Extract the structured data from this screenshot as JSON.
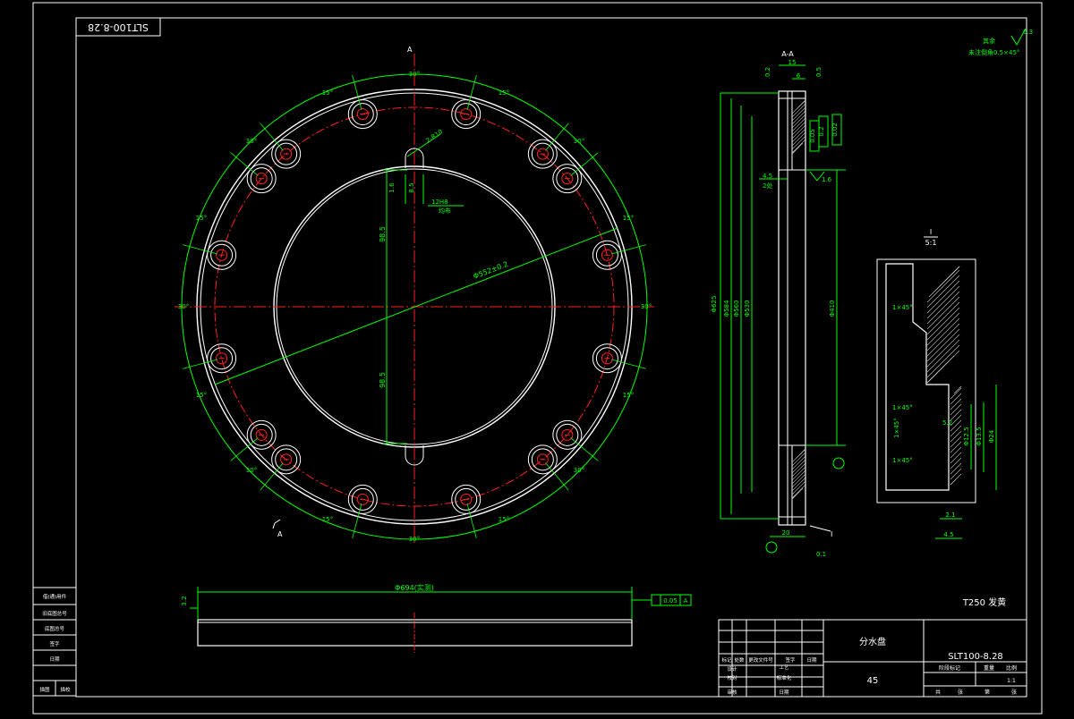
{
  "drawing": {
    "code_box": "SLT100-8.28",
    "section_mark": "A-A",
    "section_letter": "A",
    "detail_label": "I",
    "detail_scale": "5:1",
    "roughness_value": "6.3",
    "roughness_note1": "其余",
    "roughness_note2": "未注倒角0.5×45°",
    "tech_note": "T250 发黄",
    "part_name": "分水盘",
    "material": "45",
    "code_bottom": "SLT100-8.28",
    "scale_value": "1:1",
    "colors": {
      "background": "#000000",
      "outline": "#ffffff",
      "dimension": "#00ff00",
      "centerline": "#ff2020",
      "hatch": "#c0c0c0"
    }
  },
  "front_view": {
    "angles": {
      "top": "30°",
      "upper_left": "15°",
      "upper_right": "15°",
      "left_upper": "30°",
      "right_upper": "30°",
      "left_mid": "15°",
      "right_mid": "15°",
      "left": "30°",
      "right": "30°",
      "left_low": "15°",
      "right_low": "15°",
      "left_lower": "30°",
      "right_lower": "30°",
      "lower_left": "15°",
      "lower_right": "15°",
      "bottom": "30°"
    },
    "dims": {
      "diag": "Φ552±0.2",
      "upper_v": "98.5",
      "lower_v": "98.5",
      "slot_r": "2-R10",
      "slot_w": "8.5",
      "slot_note_a": "12H8",
      "slot_note_b": "均布",
      "small_h": "1.6"
    }
  },
  "side_view": {
    "dims": {
      "top_w": "15",
      "top_step": "6",
      "flatness": "0.02",
      "perp_a": "0.2",
      "perp_b": "0.05",
      "mid_w": "4.5",
      "mid_w_note": "2处",
      "roughness": "1.6",
      "od1": "Φ625",
      "od2": "Φ584",
      "od3": "Φ560",
      "od4": "Φ530",
      "id1": "Φ410",
      "bottom_w": "20",
      "bottom_x": "0.1",
      "left_tol": "0.2",
      "right_tol": "0.5"
    }
  },
  "detail_view": {
    "dims": {
      "chamfer1": "1×45°",
      "chamfer2": "1×45°",
      "chamfer3": "1×45°",
      "chamfer4": "1×45°",
      "d1": "Φ12.5",
      "d2": "Φ13.5",
      "d3": "Φ24",
      "w1": "5.2",
      "w2": "2.1",
      "w3": "4.5"
    }
  },
  "bottom_view": {
    "dim_diameter": "Φ694(实测)",
    "tol_left": "3.2",
    "tol_right": "0.05",
    "datum": "A"
  },
  "title_block": {
    "rev_headers": [
      "标记",
      "处数",
      "更改文件号",
      "签字",
      "日期"
    ],
    "role_design": "设计",
    "role_check": "校对",
    "role_approve": "审核",
    "role_process": "工艺",
    "role_std": "标准化",
    "role_date": "日期",
    "stage_labels": [
      "阶段标记",
      "重量",
      "比例"
    ],
    "sheet_labels": [
      "共",
      "张",
      "第",
      "张"
    ]
  },
  "margin_strip": {
    "items": [
      "借(通)用件",
      "旧底图总号",
      "底图总号",
      "签字",
      "日期",
      "描图",
      "描校"
    ]
  }
}
